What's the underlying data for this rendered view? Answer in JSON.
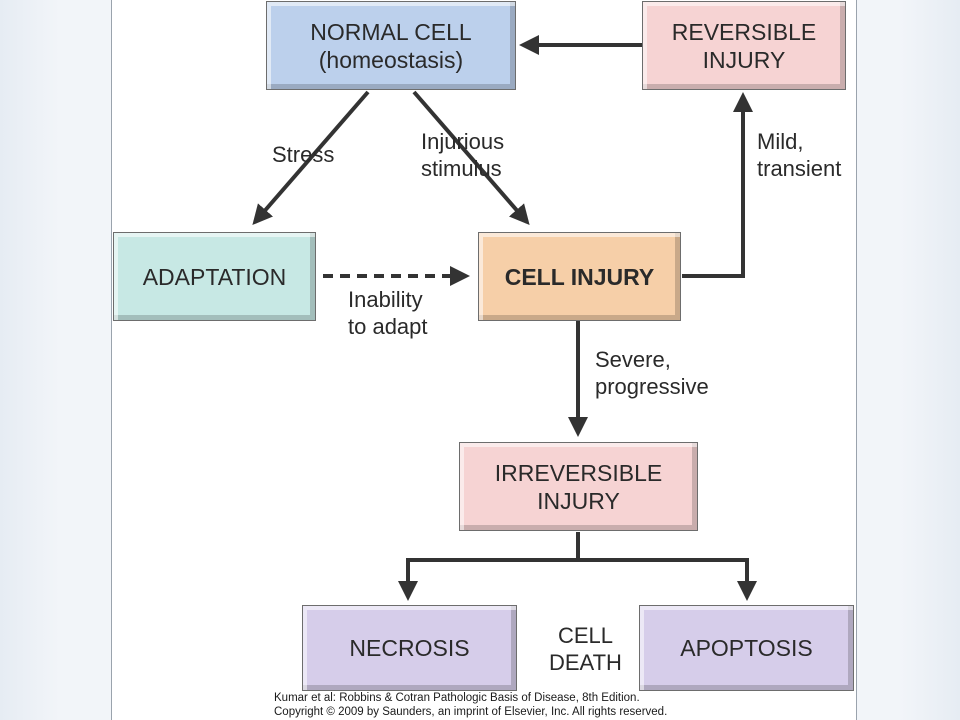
{
  "nodes": {
    "normal_cell": "NORMAL CELL\n(homeostasis)",
    "reversible_injury": "REVERSIBLE\nINJURY",
    "adaptation": "ADAPTATION",
    "cell_injury": "CELL INJURY",
    "irreversible_injury": "IRREVERSIBLE\nINJURY",
    "necrosis": "NECROSIS",
    "apoptosis": "APOPTOSIS"
  },
  "edge_labels": {
    "stress": "Stress",
    "injurious_stimulus": "Injurious\nstimulus",
    "mild_transient": "Mild,\ntransient",
    "inability_to_adapt": "Inability\nto adapt",
    "severe_progressive": "Severe,\nprogressive",
    "cell_death": "CELL\nDEATH"
  },
  "colors": {
    "normal_cell": "#bcd0ec",
    "reversible_injury": "#f6d3d3",
    "adaptation": "#c7e8e4",
    "cell_injury": "#f6cfa8",
    "irreversible_injury": "#f6d3d3",
    "cell_death": "#d6cdea",
    "arrow": "#333333"
  },
  "credit": {
    "line1": "Kumar et al: Robbins & Cotran Pathologic Basis of Disease, 8th Edition.",
    "line2": "Copyright © 2009 by Saunders, an imprint of Elsevier, Inc. All rights reserved."
  }
}
